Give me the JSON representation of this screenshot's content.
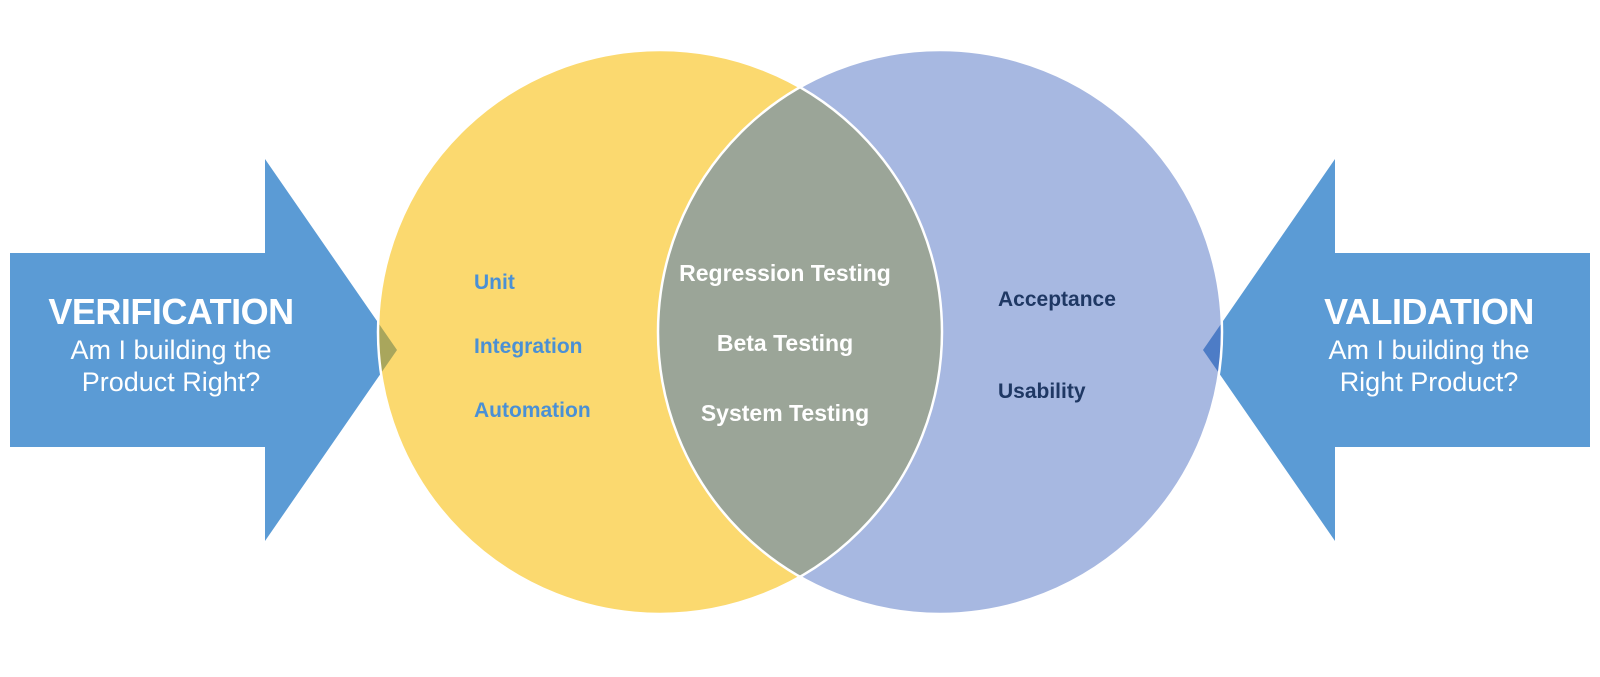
{
  "colors": {
    "arrow_blue": "#5B9BD5",
    "yellow_circle": "#FBD96F",
    "blue_circle": "#A7B8E1",
    "overlap_gray": "#9BA598",
    "olive_tip": "#A9A65C",
    "dark_blue_tip": "#4D7CC6",
    "left_items_text": "#4A90D5",
    "right_items_text": "#1F3864",
    "arrow_text": "#FFFFFF",
    "overlap_text": "#FFFFFF",
    "circle_edge": "#FFFFFF"
  },
  "verification_arrow": {
    "title": "VERIFICATION",
    "subtitle_line1": "Am I building the",
    "subtitle_line2": "Product Right?"
  },
  "validation_arrow": {
    "title": "VALIDATION",
    "subtitle_line1": "Am I building the",
    "subtitle_line2": "Right Product?"
  },
  "verification_circle": {
    "items": [
      "Unit",
      "Integration",
      "Automation"
    ]
  },
  "overlap_region": {
    "items": [
      "Regression Testing",
      "Beta Testing",
      "System Testing"
    ]
  },
  "validation_circle": {
    "items": [
      "Acceptance",
      "Usability"
    ]
  }
}
